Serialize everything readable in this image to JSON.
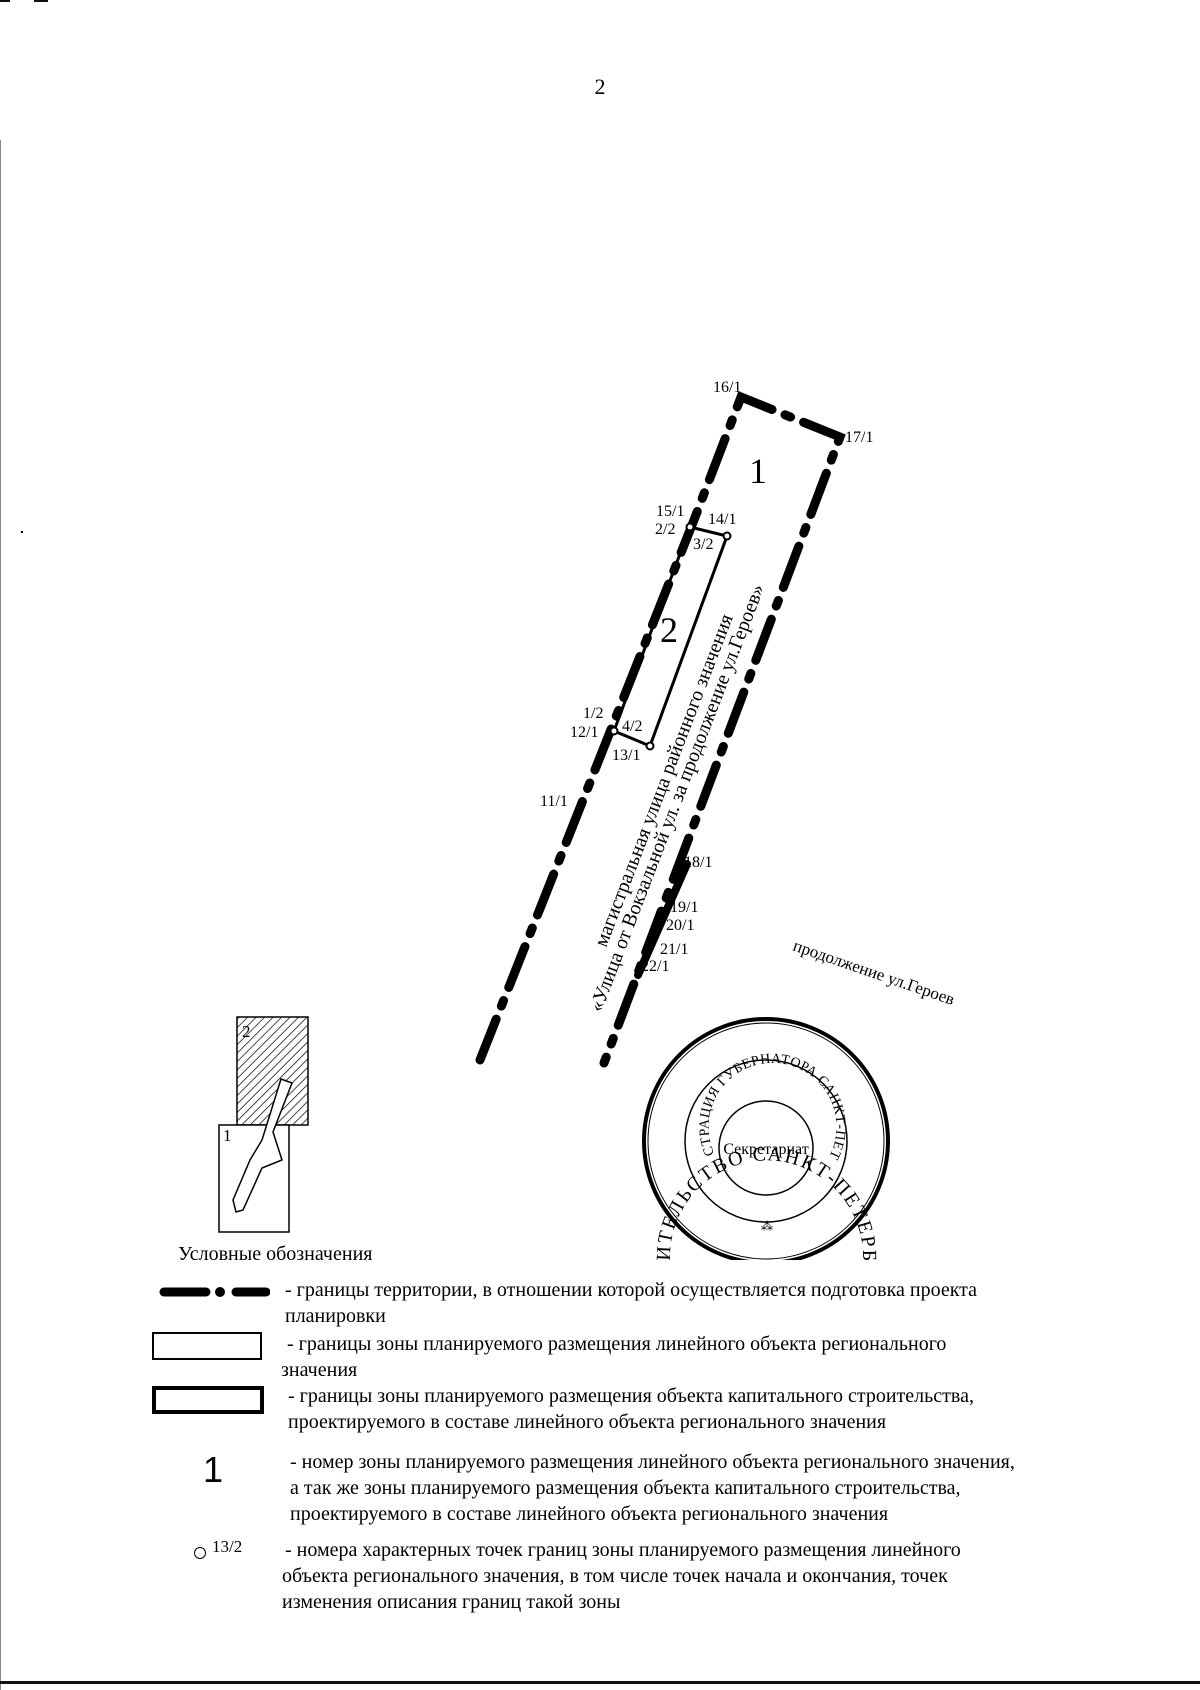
{
  "page": {
    "number": "2"
  },
  "map": {
    "zone_labels": [
      "1",
      "2"
    ],
    "points": {
      "p16_1": "16/1",
      "p17_1": "17/1",
      "p15_1": "15/1",
      "p2_2": "2/2",
      "p14_1": "14/1",
      "p3_2": "3/2",
      "p1_2": "1/2",
      "p12_1": "12/1",
      "p4_2": "4/2",
      "p13_1": "13/1",
      "p11_1": "11/1",
      "p18_1": "18/1",
      "p19_1": "19/1",
      "p20_1": "20/1",
      "p21_1": "21/1",
      "p22_1": "22/1"
    },
    "road_caption_line1": "магистральная улица районного значения",
    "road_caption_line2": "«Улица от Вокзальной ул. за продолжение ул.Героев»",
    "street_caption": "продолжение ул.Героев"
  },
  "inset": {
    "zone_1": "1",
    "zone_2": "2"
  },
  "stamp": {
    "outer_text": "ПРАВИТЕЛЬСТВО САНКТ-ПЕТЕРБУРГА",
    "inner_text": "АДМИНИСТРАЦИЯ ГУБЕРНАТОРА САНКТ-ПЕТЕРБУРГА",
    "center_text": "Секретариат"
  },
  "legend": {
    "title": "Условные обозначения",
    "items": [
      {
        "text_line1": "- границы территории, в отношении которой осуществляется подготовка проекта",
        "text_line2": "планировки"
      },
      {
        "text_line1": "- границы зоны планируемого размещения линейного объекта регионального",
        "text_line2": "значения"
      },
      {
        "text_line1": "- границы зоны планируемого размещения объекта капитального строительства,",
        "text_line2": "проектируемого в составе линейного объекта регионального значения"
      },
      {
        "symbol": "1",
        "text_line1": "- номер зоны планируемого размещения линейного объекта регионального значения,",
        "text_line2": "а так же зоны планируемого размещения объекта капитального строительства,",
        "text_line3": "проектируемого в составе линейного объекта регионального значения"
      },
      {
        "symbol": "13/2",
        "text_line1": "- номера характерных точек границ зоны планируемого размещения линейного",
        "text_line2": "объекта регионального значения, в том числе точек начала и окончания, точек",
        "text_line3": "изменения описания границ такой зоны"
      }
    ]
  }
}
